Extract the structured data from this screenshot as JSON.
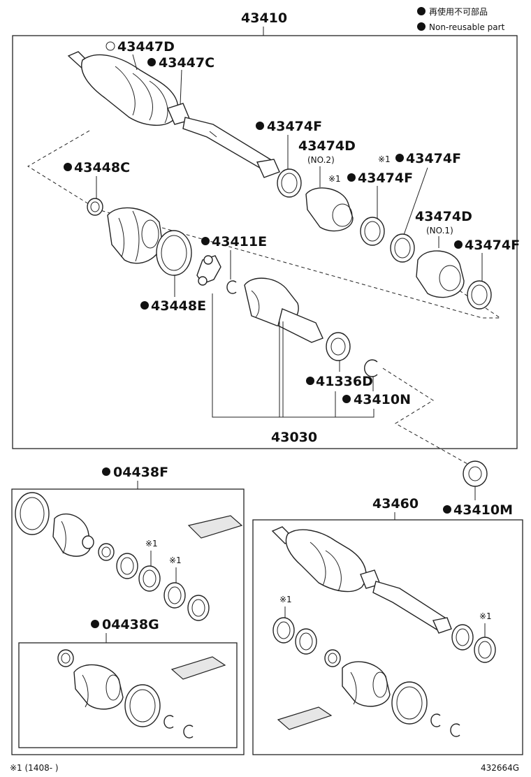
{
  "legend": {
    "jp": "再使用不可部品",
    "en": "Non-reusable part"
  },
  "labels": {
    "p43410": "43410",
    "p43447D": "43447D",
    "p43447C": "43447C",
    "p43474F_a": "43474F",
    "p43474D_a": "43474D",
    "no2": "(NO.2)",
    "p43448C": "43448C",
    "p43474F_b": "43474F",
    "p43474F_c": "43474F",
    "p43474D_b": "43474D",
    "no1": "(NO.1)",
    "p43474F_d": "43474F",
    "p43411E": "43411E",
    "p43448E": "43448E",
    "p41336D": "41336D",
    "p43410N": "43410N",
    "p43030": "43030",
    "p04438F": "04438F",
    "p04438G": "04438G",
    "p43460": "43460",
    "p43410M": "43410M",
    "mark": "※1",
    "footnote": "※1 (1408-      )",
    "figure_no": "432664G"
  },
  "icons": {
    "non_reusable": "filled-circle-bullet"
  }
}
